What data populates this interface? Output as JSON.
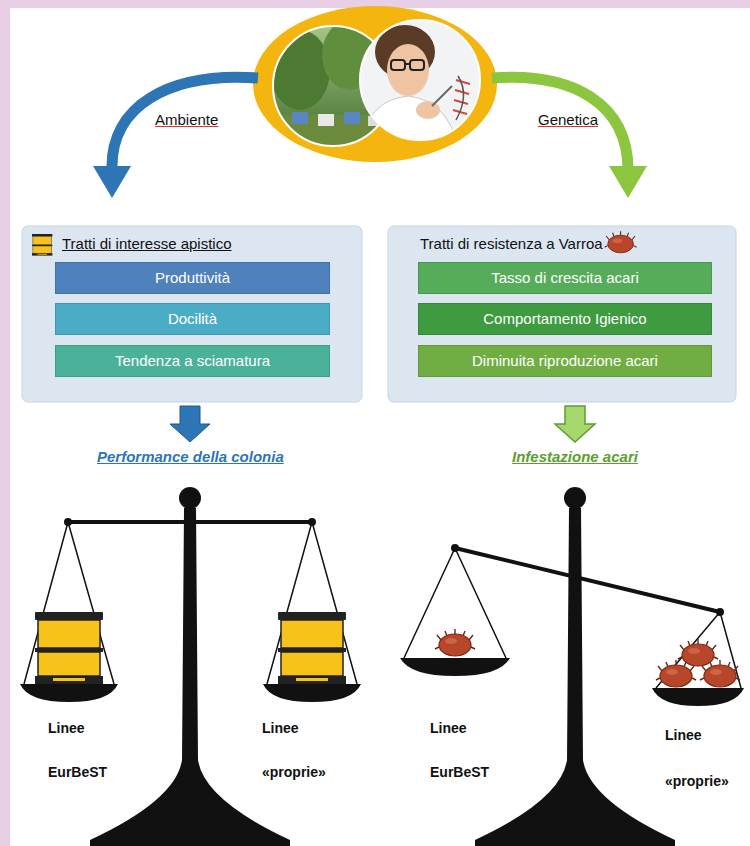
{
  "diagram": {
    "nodes": [
      {
        "text": [
          "Tratti di interesse apistico"
        ]
      },
      {
        "text": [
          "Produttività"
        ],
        "in": 0
      },
      {
        "text": [
          "Docilità"
        ],
        "in": 0
      },
      {
        "text": [
          "Tendenza a sciamatura"
        ],
        "in": 0
      },
      {
        "text": [
          "Tratti di resistenza a Varroa"
        ]
      },
      {
        "text": [
          "Tasso di crescita acari"
        ],
        "in": 4
      },
      {
        "text": [
          "Comportamento Igienico"
        ],
        "in": 4
      },
      {
        "text": [
          "Diminuita riproduzione acari"
        ],
        "in": 4
      }
    ],
    "labels": [
      "Ambiente",
      "Genetica",
      "Performance della colonia",
      "Infestazione acari",
      "Linee EurBeST",
      "Linee «proprie»",
      "Linee EurBeST",
      "Linee «proprie»"
    ]
  }
}
